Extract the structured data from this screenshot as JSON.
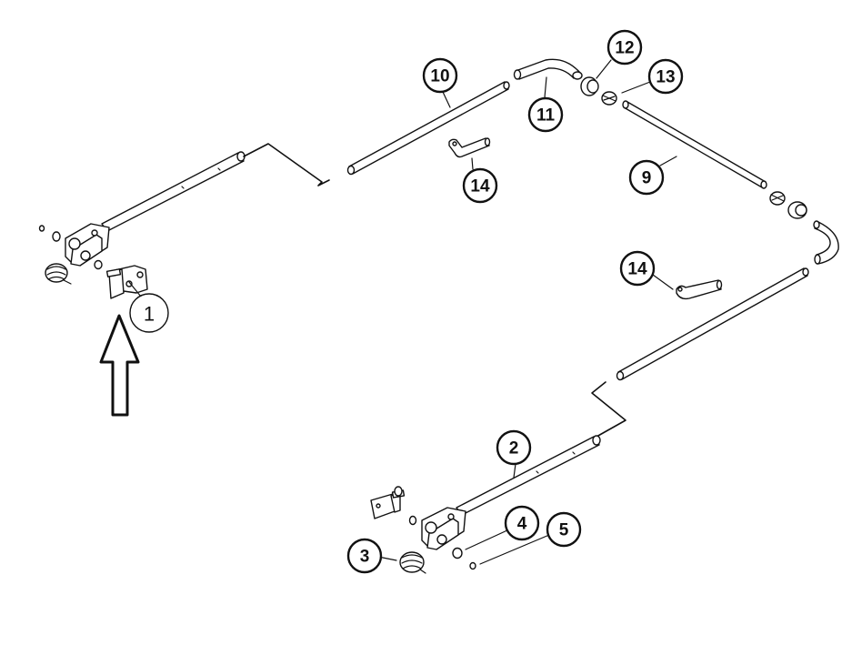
{
  "callouts": [
    {
      "label": "1"
    },
    {
      "label": "2"
    },
    {
      "label": "3"
    },
    {
      "label": "4"
    },
    {
      "label": "5"
    },
    {
      "label": "9"
    },
    {
      "label": "10"
    },
    {
      "label": "11"
    },
    {
      "label": "12"
    },
    {
      "label": "13"
    },
    {
      "label": "14"
    },
    {
      "label": "14"
    }
  ],
  "colors": {
    "line": "#111111",
    "background": "#ffffff"
  }
}
